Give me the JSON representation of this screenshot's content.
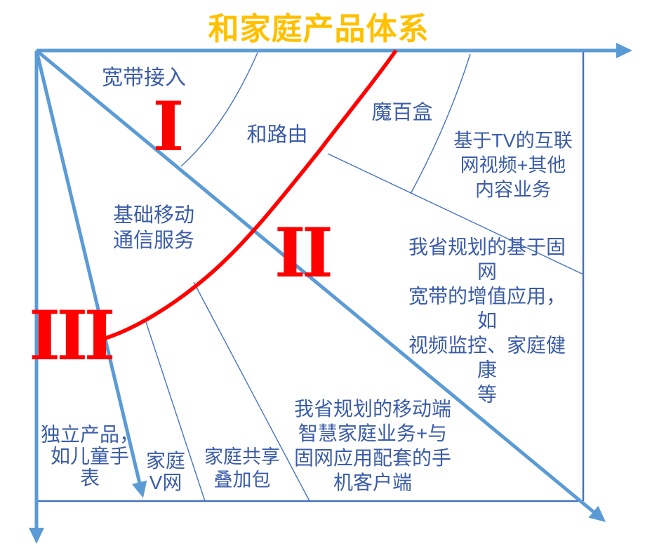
{
  "title": "和家庭产品体系",
  "colors": {
    "title_gold": "#FFC000",
    "label_blue": "#3B5CA8",
    "axis_blue_thick": "#5B9BD5",
    "line_blue_thin": "#4472C4",
    "curve_red": "#FF0000"
  },
  "zones": {
    "zone1": "I",
    "zone2": "II",
    "zone3": "III"
  },
  "labels": {
    "broadband": "宽带接入",
    "router": "和路由",
    "box": "魔百盒",
    "tv_content": "基于TV的互联\n网视频+其他\n内容业务",
    "mobile_base": "基础移动\n通信服务",
    "fixed_value_added": "我省规划的基于固网\n宽带的增值应用，如\n视频监控、家庭健康\n等",
    "mobile_smart_home": "我省规划的移动端\n智慧家庭业务+与\n固网应用配套的手\n机客户端",
    "independent_product": "独立产品，\n如儿童手\n表",
    "family_vnet": "家庭\nV网",
    "family_share_pack": "家庭共享\n叠加包"
  }
}
